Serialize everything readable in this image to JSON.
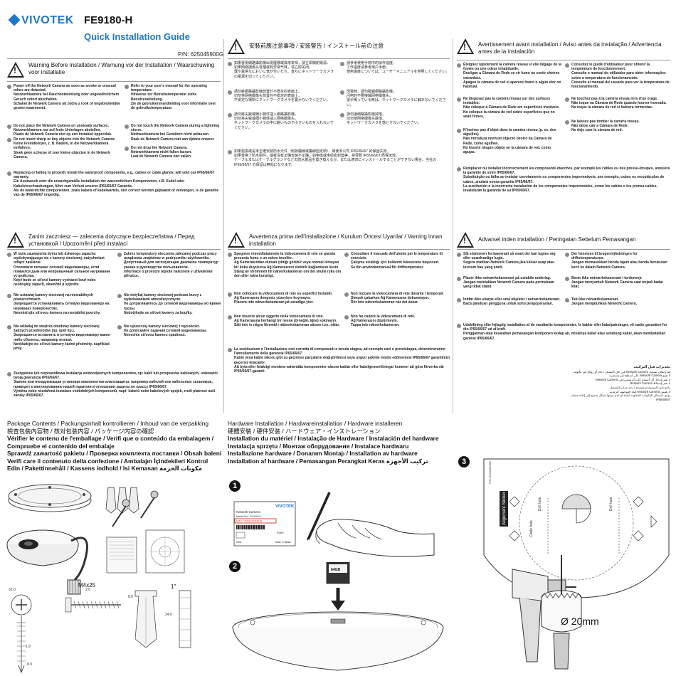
{
  "header": {
    "brand": "VIVOTEK",
    "model": "FE9180-H",
    "guide_title": "Quick Installation Guide",
    "part_number": "P/N: 625045900G"
  },
  "warnings_en": {
    "title": "Warning Before Installation / Warnung vor der Installation / Waarschuwing voor installatie",
    "items_left": [
      "Power off the Network Camera as soon as smoke or unusual odors are detected.\nNetzwerkkamera bei Rauchentwicklung oder ungewöhnlichem Geruch sofort abschalten.\nSchakel de Netwerk Camera uit zodra u rook of ongebruikelijke geuren waarneemt.",
      "Do not place the Network Camera on unsteady surfaces.\nNetzwerkkamera nur auf feste Unterlagen abstellen.\nPlaats de Netwerk Camera niet op een instabiel oppervlak.",
      "Do not insert sharp or tiny objects into the Network Camera.\nKeine Fremdkörper, z. B. Nadeln, in die Netzwerkkamera einführen.\nSteek geen scherpe of zeer kleine objecten in de Netwerk Camera."
    ],
    "items_right": [
      "Refer to your user's manual for the operating temperature.\nHinweise zur Betriebstemperatur siehe Benutzeranleitung.\nZie de gebruikershandleiding voor informatie over de gebruikstemperatuur.",
      "Do not touch the Network Camera during a lightning storm.\nNetzwerkkamera bei Gewittern nicht anfassen.\nRaak de Netwerk Camera niet aan tijdens onweer.",
      "Do not drop the Network Camera.\nNetzwerkkamera nicht fallen lassen.\nLaat de Netwerk Camera niet vallen."
    ],
    "item_full": "Replacing or failing to properly install the waterproof components, e.g., cables or cable glands, will void our IP65/66/67 warranty.\nEin Austausch oder die unsachgemäße Installation der wasserdichten Komponenten, z.B. Kabel oder Kabelverschraubungen, führt zum Verlust unserer IP65/66/67 Garantie.\nAls de waterdichte componenten, zoals kabels of kabelwartels, niet correct worden geplaatst of vervangen, is de garantie van de IP65/66/67 ongeldig."
  },
  "warnings_cjk": {
    "title": "安裝前應注意事項 / 安装警告 / インストール前の注意",
    "items_left": [
      "如果發現網路攝影機出現煙霧或異常氣味，請立即關閉電源。\n如果网络摄像头冒烟或有异常气味，请立即关闭。\n煙や異常なにおいに気が付いたら、直ちにネットワークカメラの電源を切ってください。",
      "請勿將網路攝影機放置於不穩定的表面上。\n切勿将网络摄像头放置在不稳定的表面上。\n不安定な場所にネットワークカメラを置かないでください。",
      "請勿將尖銳或細小物件插入網路攝影機。\n切勿将尖锐或细小物体插入网络摄像头。\nネットワークカメラの中に鋭いものや小さいものを入れないでください。"
    ],
    "items_right": [
      "請參考使用手冊中的操作溫度。\n工作温度请参考用户手册。\n使用温度については、ユーザーマニュアルを参照してください。",
      "閃電時，請勿碰觸網路攝影機。\n闪电时不要接触网络摄像头。\n雷が鳴っている時は、ネットワークカメラに触れないでください。",
      "請勿讓網路攝影機掉落。\n切勿使网络摄像头跌落。\nネットワークカメラを落とさないでください。"
    ],
    "item_full": "如果更換或是未正確安裝防水元件（例如纜線或纜線固定頭），將使本公司 IP65/66/67 的保固失效。\n如果替换了防水组件，或者没有正确安装不正确，如电缆或电缆密封套等，将导致 IP65/66/67 质保无效。\nケーブルまたはケーブルグランドなどの防水部品を置き換えるか、または適切にインストールすることができない場合、当社の IP65/66/67 の保証は無効になります。"
  },
  "warnings_fr": {
    "title": "Avertissement avant installation / Aviso antes da instalação / Advertencia antes de la instalación",
    "items_left": [
      "Éteignez rapidement la caméra réseau si elle dégage de la fumée ou une odeur inhabituelle.\nDesligue a Câmara de Rede se vir fumo ou sentir cheiros estranhos.\nApague la cámara de red si aparece humo o algún olor no habitual.",
      "Ne disposez pas la caméra réseau sur des surfaces instables.\nNão coloque a Câmara de Rede em superfícies instáveis.\nNo coloque la cámara de red sobre superficies que no sean firmes.",
      "N'insérez pas d'objet dans la caméra réseau (p. ex. des aiguilles).\nNão introduza nenhum objecto dentro da Câmara de Rede, como agulhas.\nNo inserte ningún objeto en la cámara de red, como agujas."
    ],
    "items_right": [
      "Consultez le guide d'utilisateur pour obtenir la température de fonctionnement.\nConsulte o manual do utilizador para obter informações sobre a temperatura de funcionamento.\nConsulte el manual del usuario para ver la temperatura de funcionamiento.",
      "Ne touchez pas à la caméra réseau lors d'un orage.\nNão toque na Câmara de Rede quando houver trovoada.\nNo toque la cámara de red si hubiera tormentas.",
      "Ne laissez pas tomber la caméra réseau.\nNão deixe cair a Câmara de Rede.\nNo deje caer la cámara de red."
    ],
    "item_full": "Remplacer ou installer incorrectement les composants étanches, par exemple les câbles ou des presse-étoupes, annulera la garantie de votre IP65/66/67.\nSubstituição ou falha ao instalar corretamente os componentes impermeáveis, por exemplo, cabos os receptáculos de cabos, anulará nossa garantia IP65/66/67.\nLa sustitución o la incorrecta instalación de los componentes impermeables, como los cables o los prensa-cables, invalidarán la garantía de su IP65/66/67."
  },
  "warnings_pl": {
    "title": "Zanim zaczniesz — zalecenia dotyczące bezpieczeństwa / Перед установкой / Upozornění před instalací",
    "items_left": [
      "W razie zauważenia dymu lub dziwnego zapachu wydobywającego się z kamery sieciowej, natychmiast odłącz zasilanie.\nОтключите питание сетевой видеокамеры, если появился дым или непривычный сильное нагревание устройства.\nKdyž bude ze síťové kamery vycházet kouř nebo neobvyklý zápach, okamžitě ji vypněte.",
      "Nie ustawiaj kamery sieciowej na niestabilnych powierzchniach.\nЗапрещается устанавливать сетевую видеокамеру на неровных поверхностях.\nNeumisťujte síťovou kameru na nestabilní povrchy.",
      "Nie wkładaj do wnętrza obudowy kamery sieciowej żadnych przedmiotów (np. igieł itp.).\nЗапрещается вставлять в сетевую видеокамеру какие-либо объекты, например иголки.\nNevkládejte do síťové kamery žádné předměty, například jehly."
    ],
    "items_right": [
      "Zakres temperatury otoczenia zalecanej podczas pracy urządzenia znajdziesz w podręczniku użytkownika.\nДопустимый для эксплуатации диапазон температур указан в руководстве пользователя.\nInformace o provozní teplotě naleznete v uživatelské příručce.",
      "Nie dotykaj kamery sieciowej podczas burzy z wyładowaniami atmosferycznymi.\nНе дотрагивайтесь до сетевой видеокамеры во время грозы.\nNedotýkejte se síťové kamery za bouřky.",
      "Nie upuszczaj kamery sieciowej z wysokości.\nНе допускайте падения сетевой видеокамеры.\nNenechte síťovou kameru spadnout."
    ],
    "item_full": "Zastępienie lub nieprawidłowa instalacja wodoodpornych komponentów, np: kabli lub przepustów kablowych, unieważni twoją gwarancję IP65/66/67.\nЗамена или ненадлежащая установка компонентов влагозащиты, например кабелей или кабельных сальников, приведет к аннулированию нашей гарантии в отношении защиты по классу IP65/66/67.\nVýměna nebo nezdařená instalace vodědolných komponentů, např. kabelů nebo kabelových spojek, zruší platnost naší záruky IP65/66/67."
  },
  "warnings_it": {
    "title": "Avvertenza prima dell'installazione / Kurulum Öncesi Uyarılar / Varning innan installation",
    "items_left": [
      "Spegnere immediatamente la videocamera di rete se questa presenta fumo o un odore insolito.\nAğ Kamerasından duman çıktığı görülür veya normal olmayan bir koku duyulursa Ağ Kamerasının elektrik bağlantısını kesin.\nStäng av strömmen till nätverkskameran om det skulle ryka om den eller lukta konstigt.",
      "Non collocare la videocamera di rete su superfici instabili.\nAğ Kamerasını dengesiz yüzeylere koymayın.\nPlacera inte nätverkskameran på ostadiga ytor.",
      "Non inserire alcun oggetto nella videocamera di rete.\nAğ Kamerasına herhangi bir nesne (örneğin, iğne) sokmayın.\nSätt inte in några föremål i nätverkskameran såsom t.ex. nålar."
    ],
    "items_right": [
      "Consultare il manuale dell'utente per le temperature di esercizio.\nÇalışma sıcaklığı için kullanım kılavuzuna başvurun.\nSe din användarmanual för drifttemperatur.",
      "Non toccare la videocamera di rete durante i temporali.\nŞimşek çakarken Ağ Kamerasına dokunmayın.\nRör inte nätverkskameran när det åskar.",
      "Non far cadere la videocamera di rete.\nAğ Kamerasını düşürmeyin.\nTappa inte nätverkskameran."
    ],
    "item_full": "La sostituzione o l'installazione non corretta di componenti a tenuta stagna, ad esempio cavi o premistoppa, determineranno l'annullamento della garanzia IP65/66/67.\nKablo veya kablo rakoru gibi su geçirmez parçaların değiştirilmesi veya uygun şekilde monte edilmemesi IP65/66/67 garantimizi geçersiz kılacaktır.\nAtt byta eller felaktigt montera vattentäta komponenter såsom kablar eller kabelgenomföringar kommer att göra förverka vår IP65/66/67-garanti."
  },
  "warnings_da": {
    "title": "Advarsel inden installation / Peringatan Sebelum Pemasangan",
    "items_left": [
      "Slå strømmen fra kameraet så snart der kan lugtes røg eller usædvanlige lugte.\nSegera matikan Network Camera jika keluar asap atau tercium bau yang aneh.",
      "Placér ikke netværkskameraet på ustabile underlag.\nJangan meletakkan Network Camera pada permukaan yang tidak stabil.",
      "Indfør ikke skarpe eller små objekter i netværkskameraet.\nBaca panduan pengguna untuk suhu pengoperasian."
    ],
    "items_right": [
      "Der henvises til brugervejledningen for driftstemperaturen.\nJangan memasukkan benda tajam atau benda berukuran kecil ke dalam Network Camera.",
      "Berør ikke netværkskameraet i tordenvejr.\nJangan menyentuh Network Camera saat terjadi badai kilat.",
      "Tab ikke netværkskameraet.\nJangan menjatuhkan Network Camera."
    ],
    "item_full": "Udskiftning eller fejlagtig installation af de vandtætte komponenter, fx kabler eller kabelpakninger, vil sætte garantien for din IP65/66/67 ud af kraft.\nPenggantian atau kesalahan pemasangan komponen kedap air, misalnya kabel atau selubung kabel, akan membatalkan garansi IP65/66/67."
  },
  "arabic": {
    "title": "تحذيرات قبل التركيب",
    "lines": [
      "قم بإيقاف تشغيل Network Camera في حال اكتشاف دخان أو روائح غير مألوفة",
      "لا تضع Network Camera على أسطح غير مستقرة",
      "لا تقم بإدخال أي أجسام حادة أو صغيرة في Network Camera",
      "لا تقم بإسقاط Network Camera",
      "راجع دليل المستخدم لمعرفة درجة حرارة التشغيل",
      "لا تلمس Network Camera أثناء العواصف الرعدية",
      "يؤدي استبدال المكونات المقاومة للماء أو عدم تثبيتها بشكل صحيح إلى إلغاء ضمان IP65/66/67"
    ]
  },
  "package": {
    "lines": [
      "Package Contents / Packungsinhalt kontrollieren / Inhoud van de verpakking",
      "檢查包裝內容物 / 核对包装内容 / パッケージ内容の確認",
      "Vérifier le contenu de l'emballage / Verifi que o conteúdo da embalagem / Compruebe el contenido del embalaje",
      "Sprawdź zawartość pakietu / Проверка комплекта поставки / Obsah balení",
      "Verifi care il contenuto della confezione / Ambalajın İçindekileri Kontrol Edin / Pakettinnehåll / Kassens indhold / Isi Kemasan  مكونات الحزمة"
    ],
    "screw_label": "M4x25",
    "anchor_label": "1\"",
    "dims": [
      "31.0",
      "2.0",
      "6.0",
      "24.0",
      "1.9",
      "8.0"
    ]
  },
  "hardware": {
    "lines": [
      "Hardware Installation / Hardwareinstallation / Hardware installeren",
      "硬體安裝 / 硬件安装 / ハードウェア・インストレーション",
      "Installation du matériel / Instalação de Hardware / Instalación del hardware",
      "Instalacja sprzętu / Монтаж оборудования / Instalace hardwaru",
      "Installazione hardware / Donanım Montajı / Installation av hardware",
      "Installation af hardware / Pemasangan Perangkat Keras  تركيب الأجهزة"
    ],
    "step1": "1",
    "step2": "2",
    "step3": "3",
    "label": {
      "brand": "VIVOTEK",
      "title": "Network Camera",
      "model": "Model No.: XXXXXX",
      "mac": "MAC: 0002D1063238",
      "made": "Made in Taiwan",
      "rohs": "RoHS",
      "code": "01B2"
    },
    "sd_label": "64GB",
    "sticker": {
      "pn": "P/N: 625045900G",
      "title": "Alignment Sticker",
      "drill1": "Drill hole",
      "drill2": "Drill hole",
      "cable": "Cable hole"
    },
    "drill_size": "Ø 20mm"
  },
  "colors": {
    "brand_blue": "#1e78c8",
    "mac_red": "#d23b2a",
    "text": "#222222"
  }
}
